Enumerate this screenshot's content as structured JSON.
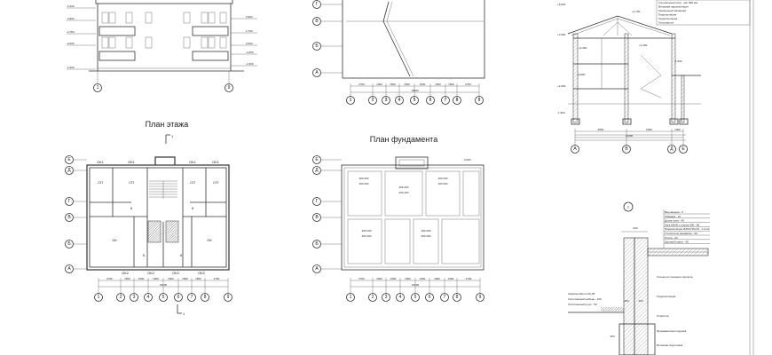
{
  "sheet": {
    "floor_plan_title": "План этажа",
    "foundation_plan_title": "План фундамента",
    "detail_number": "1",
    "section_mark": "1"
  },
  "elevation": {
    "axes": [
      "1",
      "9"
    ],
    "levels_right": [
      "3,900",
      "2,750",
      "0,500",
      "-0,250",
      "-1,500"
    ],
    "levels_left": [
      "-5,200",
      "-3,900",
      "-2,750",
      "-0,500",
      "-1,500"
    ]
  },
  "roof_plan": {
    "axes_letters": [
      "Г",
      "В",
      "Б",
      "А"
    ],
    "axes_numbers": [
      "1",
      "2",
      "3",
      "4",
      "5",
      "6",
      "7",
      "8",
      "9"
    ],
    "dims": [
      "2700",
      "1500",
      "1500",
      "1500",
      "1500",
      "1500",
      "1500",
      "2700"
    ],
    "total": "15600"
  },
  "section": {
    "axes": [
      "А",
      "В",
      "Д",
      "Е"
    ],
    "levels": [
      "+6,520",
      "+4,700",
      "+3,100",
      "+2,300",
      "+3,900",
      "+0,900",
      "+1,900",
      "-1,900",
      "-1,500"
    ],
    "dims": [
      "6000",
      "6400",
      "1300"
    ],
    "total": "12900",
    "notes": [
      "Стропильная нога - шаг 900 мм",
      "Ветровая пароизоляция",
      "Кровельный материал",
      "Пароизоляция",
      "Гидроизоляция",
      "Гипсокартон"
    ]
  },
  "floor_plan": {
    "axes_letters": [
      "Е",
      "Д",
      "Г",
      "В",
      "Б",
      "А"
    ],
    "axes_numbers": [
      "1",
      "2",
      "3",
      "4",
      "5",
      "6",
      "7",
      "8",
      "9"
    ],
    "rooms": [
      "СП",
      "СП",
      "СП",
      "СП",
      "К",
      "К",
      "ОК",
      "ОК",
      "К",
      "К"
    ],
    "windows_top": [
      "ОК1",
      "ОК1",
      "ОК1",
      "ОК1"
    ],
    "windows_bottom": [
      "ОК2",
      "ОК2",
      "ОК2",
      "ОК2"
    ],
    "dims": [
      "2700",
      "1500",
      "1500",
      "1500",
      "1500",
      "1500",
      "1500",
      "2700"
    ],
    "total": "15600",
    "section_cut": "1"
  },
  "foundation_plan": {
    "axes_letters": [
      "Е",
      "Д",
      "Г",
      "В",
      "Б",
      "А"
    ],
    "axes_numbers": [
      "1",
      "2",
      "3",
      "4",
      "5",
      "6",
      "7",
      "8",
      "9"
    ],
    "level": "-3,300",
    "footing_labels": [
      "200 200",
      "400 400",
      "200 200",
      "400 400",
      "200 200",
      "400 400",
      "200 200",
      "400 400",
      "200 200",
      "400 400"
    ],
    "dims": [
      "2700",
      "1500",
      "1500",
      "1500",
      "1500",
      "1500",
      "1500",
      "2700"
    ],
    "total": "15600"
  },
  "detail": {
    "layers": [
      "Венчающая - 5",
      "Обмазка - 10",
      "Доска пола - 40",
      "Лага 80х40 с шагом 600 - 80",
      "Пароизоляция ИЗОСПАН В - 1 слой",
      "Утеплитель (минвата) - 50",
      "Плита - 20",
      "Щитовой накат - 60"
    ],
    "labels": [
      "Стенка из глиняного кирпича",
      "Гидроизоляция",
      "Отмостка",
      "Асфальтобетон 20-25",
      "Уплотненный щебень - 100",
      "Уплотненный грунт - 50",
      "Фундаментная подушка",
      "Бетонная подготовка"
    ],
    "dims": [
      "640",
      "250",
      "250",
      "400"
    ]
  }
}
